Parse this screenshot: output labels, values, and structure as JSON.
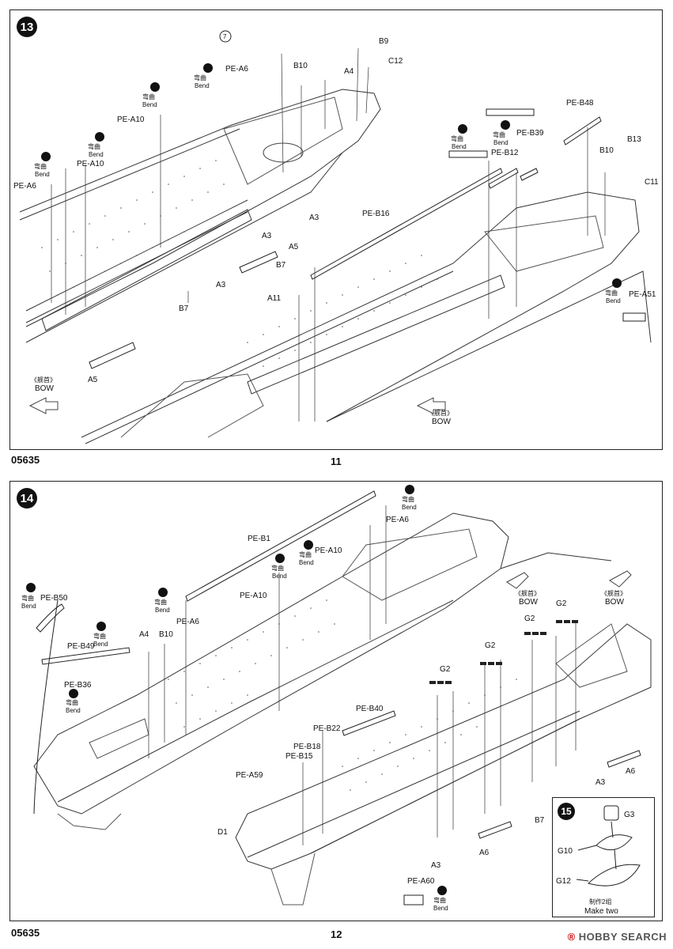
{
  "steps": {
    "s13": "13",
    "s14": "14",
    "s15": "15"
  },
  "footer": {
    "code_left_1": "05635",
    "page_1": "11",
    "code_left_2": "05635",
    "page_2": "12"
  },
  "bend": {
    "cn": "弯曲",
    "en": "Bend"
  },
  "bow": {
    "cn": "《舰首》",
    "en": "BOW"
  },
  "panel13_labels": {
    "pe_a6_top": "PE-A6",
    "b9": "B9",
    "c12": "C12",
    "b10_top": "B10",
    "a4": "A4",
    "pe_a10_1": "PE-A10",
    "pe_a10_2": "PE-A10",
    "pe_a6_left": "PE-A6",
    "a3_1": "A3",
    "a3_2": "A3",
    "a5_1": "A5",
    "a3_3": "A3",
    "b7_1": "B7",
    "a5_2": "A5",
    "pe_b48": "PE-B48",
    "pe_b39": "PE-B39",
    "pe_b12": "PE-B12",
    "b13": "B13",
    "b10_right": "B10",
    "c11": "C11",
    "pe_b16": "PE-B16",
    "b7_2": "B7",
    "a11": "A11",
    "pe_a51": "PE-A51"
  },
  "panel14_labels": {
    "pe_a6_1": "PE-A6",
    "pe_b1": "PE-B1",
    "pe_a10_1": "PE-A10",
    "pe_a10_2": "PE-A10",
    "pe_b50": "PE-B50",
    "pe_a6_2": "PE-A6",
    "a4": "A4",
    "b10": "B10",
    "pe_b49": "PE-B49",
    "pe_b36": "PE-B36",
    "g2_1": "G2",
    "g2_2": "G2",
    "g2_3": "G2",
    "g2_4": "G2",
    "pe_b40": "PE-B40",
    "pe_b22": "PE-B22",
    "pe_b18": "PE-B18",
    "pe_b15": "PE-B15",
    "pe_a59": "PE-A59",
    "a6_1": "A6",
    "a3_1": "A3",
    "b7": "B7",
    "a6_2": "A6",
    "d1": "D1",
    "a3_2": "A3",
    "pe_a60": "PE-A60"
  },
  "inset15": {
    "g3": "G3",
    "g10": "G10",
    "g12": "G12",
    "make_cn": "制作2组",
    "make_en": "Make two"
  },
  "watermark": {
    "reg": "®",
    "brand": "HOBBY SEARCH"
  }
}
